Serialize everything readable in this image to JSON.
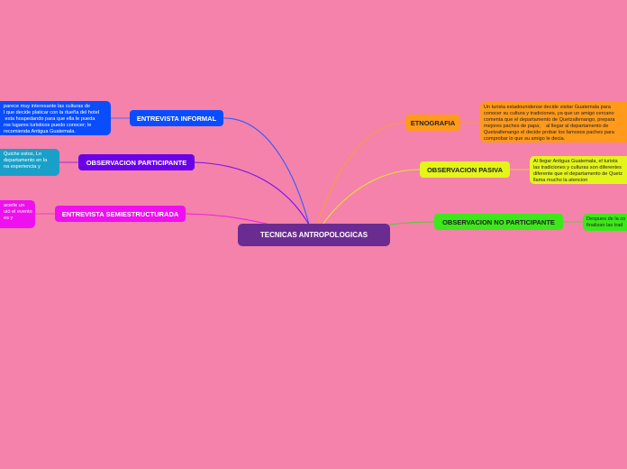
{
  "center": {
    "label": "TECNICAS ANTROPOLOGICAS",
    "color": "#6b2c91"
  },
  "branches": [
    {
      "key": "entrevista_informal",
      "label": "ENTREVISTA INFORMAL",
      "color": "#0a4dff",
      "line": "#2a5cff",
      "note": {
        "color": "#0a4dff",
        "text_color": "#ffffff",
        "text": "parece muy interesante las culturas de \nl que decide platicar con la dueña del hotel\n esta hospedando para que ella le pueda\nros lugares turisticos puedo conocer; le\nrecomienda Antigua Guatemala."
      }
    },
    {
      "key": "observacion_participante",
      "label": "OBSERVACION PARTICIPANTE",
      "color": "#6a00e8",
      "line": "#7a10f0",
      "note": {
        "color": "#1aa0c8",
        "text_color": "#ffffff",
        "text": "Quiche estos, Lo\ndepartamento en la\nna experiencia y"
      }
    },
    {
      "key": "entrevista_semiestructurada",
      "label": "ENTREVISTA SEMIESTRUCTURADA",
      "color": "#ee10ee",
      "line": "#ee22dd",
      "note": {
        "color": "#ee10ee",
        "text_color": "#ffffff",
        "text": "acerle un\nuió el evento\nes y"
      }
    },
    {
      "key": "etnografia",
      "label": "ETNOGRAFIA",
      "color": "#ff9a1a",
      "line": "#ff9a3a",
      "note": {
        "color": "#ff9a1a",
        "text_color": "#222222",
        "text": "Un turista estadounidense decide visitar Guatemala para\nconocer su cultura y tradiciones, ya que un amigo cercano\ncomenta que el departamento de Quetzaltenango, prepara\nmejores paches de papa;    al llegar al departamento de\nQuetzaltenango el decide probar los famosos paches para\ncomprobar lo que su amigo le decia."
      }
    },
    {
      "key": "observacion_pasiva",
      "label": "OBSERVACION PASIVA",
      "color": "#e4f51a",
      "line": "#e8e030",
      "note": {
        "color": "#e4f51a",
        "text_color": "#222222",
        "text": "Al llegar Antigua Guatemala, el turista\nlas tradiciones y culturas son diferentes\ndiferente que el departamento de Quetz\nllama mucho la atencion"
      }
    },
    {
      "key": "observacion_no_participante",
      "label": "OBSERVACION NO PARTICIPANTE",
      "color": "#3ce81a",
      "line": "#4ad02a",
      "note": {
        "color": "#3ce81a",
        "text_color": "#222222",
        "text": "Despues de la co\nfinalizan las trad"
      }
    }
  ]
}
